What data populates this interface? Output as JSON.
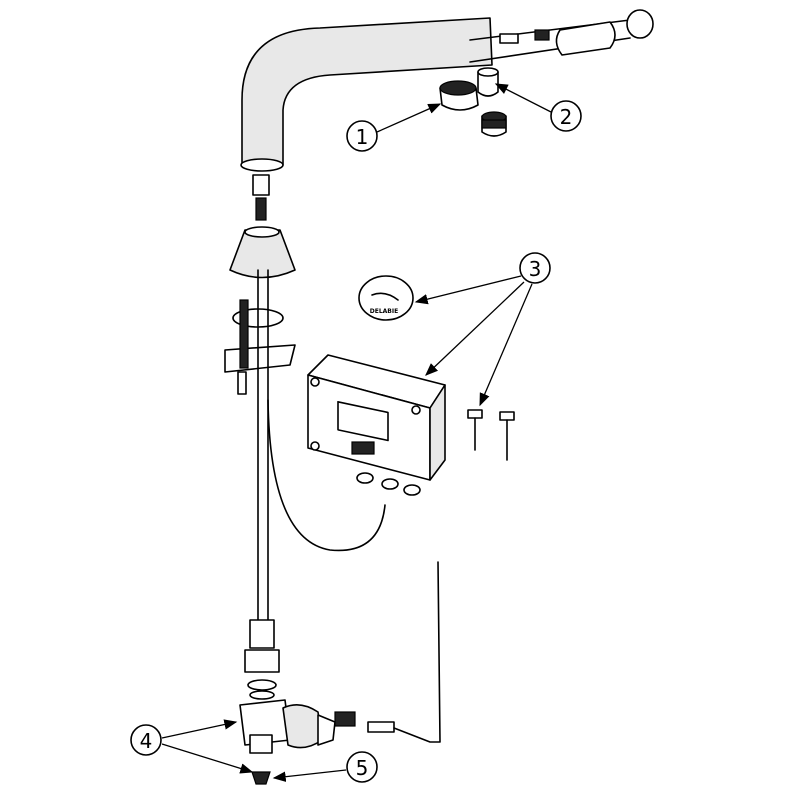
{
  "diagram": {
    "type": "exploded-parts-view",
    "callouts": [
      {
        "id": "1",
        "label": "1"
      },
      {
        "id": "2",
        "label": "2"
      },
      {
        "id": "3",
        "label": "3"
      },
      {
        "id": "4",
        "label": "4"
      },
      {
        "id": "5",
        "label": "5"
      }
    ],
    "logo_text": "DELABIE"
  }
}
